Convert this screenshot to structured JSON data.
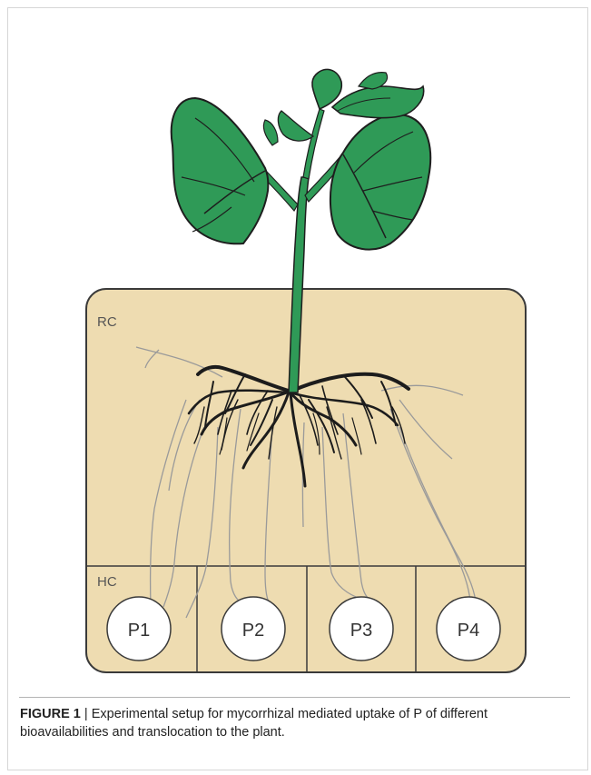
{
  "figure": {
    "region_labels": {
      "root_compartment": "RC",
      "hyphal_compartment": "HC"
    },
    "p_labels": [
      "P1",
      "P2",
      "P3",
      "P4"
    ],
    "colors": {
      "compartment_fill": "#eedcb1",
      "compartment_stroke": "#3a3a3a",
      "leaf_green": "#2f9a57",
      "leaf_outline": "#1e1e1e",
      "roots": "#1c1c1c",
      "hyphae": "#9a9a9a"
    }
  },
  "caption": {
    "label": "FIGURE 1",
    "separator": " | ",
    "text": "Experimental setup for mycorrhizal mediated uptake of P of different bioavailabilities and translocation to the plant."
  }
}
